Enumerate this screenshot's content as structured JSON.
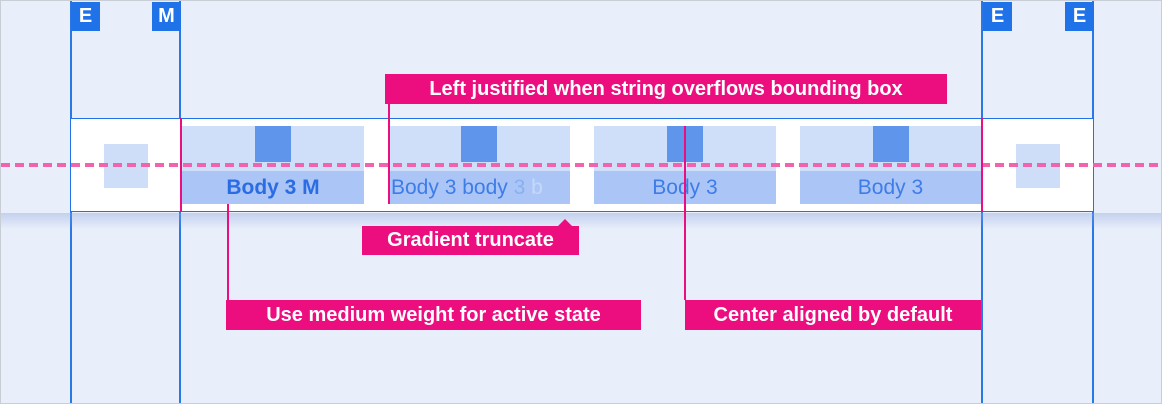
{
  "colors": {
    "background": "#e8eefa",
    "guide_blue": "#2a78e8",
    "badge_blue": "#1f72e8",
    "band_background": "#ffffff",
    "tab_top_rect": "#cfdef9",
    "tab_label_rect": "#abc6f6",
    "icon_placeholder_blue": "#6095ec",
    "active_text_blue": "#2b6ce2",
    "normal_text_blue": "#3e7ce8",
    "annotation_magenta": "#ec0e7f",
    "dashed_line_pink": "#f263ae"
  },
  "margin_badges": [
    {
      "label": "E"
    },
    {
      "label": "M"
    },
    {
      "label": "E"
    },
    {
      "label": "E"
    }
  ],
  "tab_bar": {
    "tabs": [
      {
        "label": "Body 3 M",
        "state": "active"
      },
      {
        "label_parts": [
          "Body 3 body ",
          "3",
          " b"
        ],
        "state": "overflow-truncated"
      },
      {
        "label": "Body 3",
        "state": "default"
      },
      {
        "label": "Body 3",
        "state": "default"
      }
    ]
  },
  "annotations": [
    {
      "text": "Left justified when string overflows bounding box"
    },
    {
      "text": "Gradient truncate"
    },
    {
      "text": "Use medium weight for active state"
    },
    {
      "text": "Center aligned by default"
    }
  ]
}
